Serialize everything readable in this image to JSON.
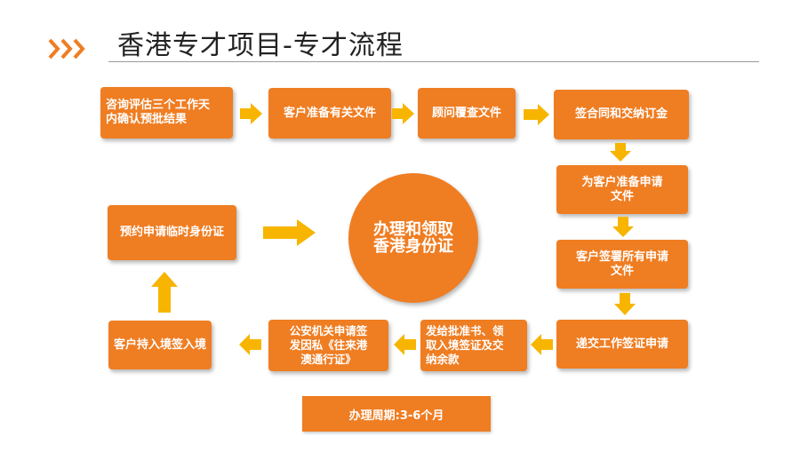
{
  "title": "香港专才项目-专才流程",
  "steps": {
    "s1": "咨询评估三个工作天\n内确认预批结果",
    "s2": "客户准备有关文件",
    "s3": "顾问覆查文件",
    "s4": "签合同和交纳订金",
    "s5": "为客户准备申请\n文件",
    "s6": "客户签署所有申请\n文件",
    "s7": "递交工作签证申请",
    "s8": "发给批准书、领\n取入境签证及交\n纳余款",
    "s9": "公安机关申请签\n发因私《往来港\n澳通行证》",
    "s10": "客户持入境签入境",
    "s11": "预约申请临时身份证"
  },
  "center": "办理和领取\n香港身份证",
  "period": "办理周期:3-6个月",
  "colors": {
    "box": "#ef7d22",
    "arrow": "#f7b500",
    "chevron": "#ef7d22"
  }
}
